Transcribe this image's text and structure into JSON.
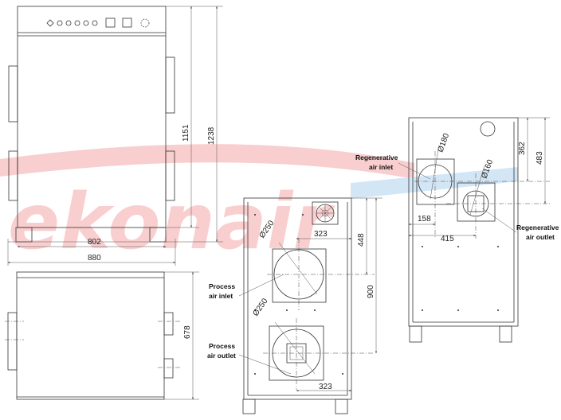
{
  "watermark": {
    "text": "ekonair",
    "color_red": "#e8232a",
    "color_blue": "#3a8fd8"
  },
  "front_view": {
    "dims": {
      "width_inner": "802",
      "width_outer": "880",
      "height_body": "1151",
      "height_total": "1238"
    }
  },
  "top_view": {
    "dims": {
      "depth": "678"
    }
  },
  "process_side": {
    "dims": {
      "inlet_diameter": "Ø250",
      "outlet_diameter": "Ø250",
      "offset_top": "323",
      "offset_bottom": "323",
      "height_top": "448",
      "height_between": "900"
    },
    "labels": {
      "inlet_line1": "Process",
      "inlet_line2": "air inlet",
      "outlet_line1": "Process",
      "outlet_line2": "air outlet"
    }
  },
  "regen_side": {
    "dims": {
      "inlet_diameter": "Ø180",
      "outlet_diameter": "Ø160",
      "height_a": "362",
      "height_b": "483",
      "offset_small": "158",
      "offset_large": "415"
    },
    "labels": {
      "inlet_line1": "Regenerative",
      "inlet_line2": "air inlet",
      "outlet_line1": "Regenerative",
      "outlet_line2": "air outlet"
    }
  }
}
